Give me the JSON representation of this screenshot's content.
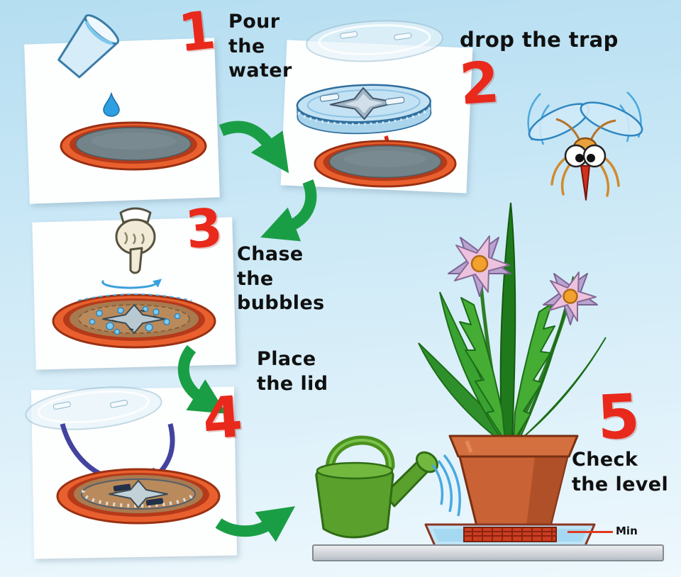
{
  "steps": [
    {
      "number": "1",
      "label": "Pour\nthe\nwater"
    },
    {
      "number": "2",
      "label": "drop the trap"
    },
    {
      "number": "3",
      "label": "Chase\nthe\nbubbles"
    },
    {
      "number": "4",
      "label": "Place\nthe lid"
    },
    {
      "number": "5",
      "label": "Check\nthe level"
    }
  ],
  "level_marker": {
    "label": "Min"
  },
  "colors": {
    "background_top": "#b5def1",
    "background_bottom": "#eef8fd",
    "step_number_red": "#e8291c",
    "arrow_green": "#1a9e45",
    "saucer_rim_orange": "#e9602e",
    "saucer_water_gray": "#72838a",
    "trap_blue": "#c3e2f4",
    "lid_blue": "#dceef8",
    "drop_arrow_red": "#d42a1a",
    "lid_arrow_blue": "#43439f",
    "pot_terracotta": "#c96234",
    "leaf_green": "#2f8f2b",
    "flower_pink": "#ecc2de",
    "flower_lavender": "#b9a3d0",
    "flower_center_orange": "#f2a12e",
    "watering_can_green": "#5aa02c",
    "water_blue": "#49a8e0",
    "min_marker_red": "#e0391f"
  },
  "icons": {
    "cup": "pouring-cup",
    "drop": "water-drop",
    "trap": "trap-disc",
    "lid": "transparent-lid",
    "hand": "pointing-hand",
    "watering_can": "watering-can",
    "plant": "potted-plant",
    "mosquito": "mosquito"
  }
}
